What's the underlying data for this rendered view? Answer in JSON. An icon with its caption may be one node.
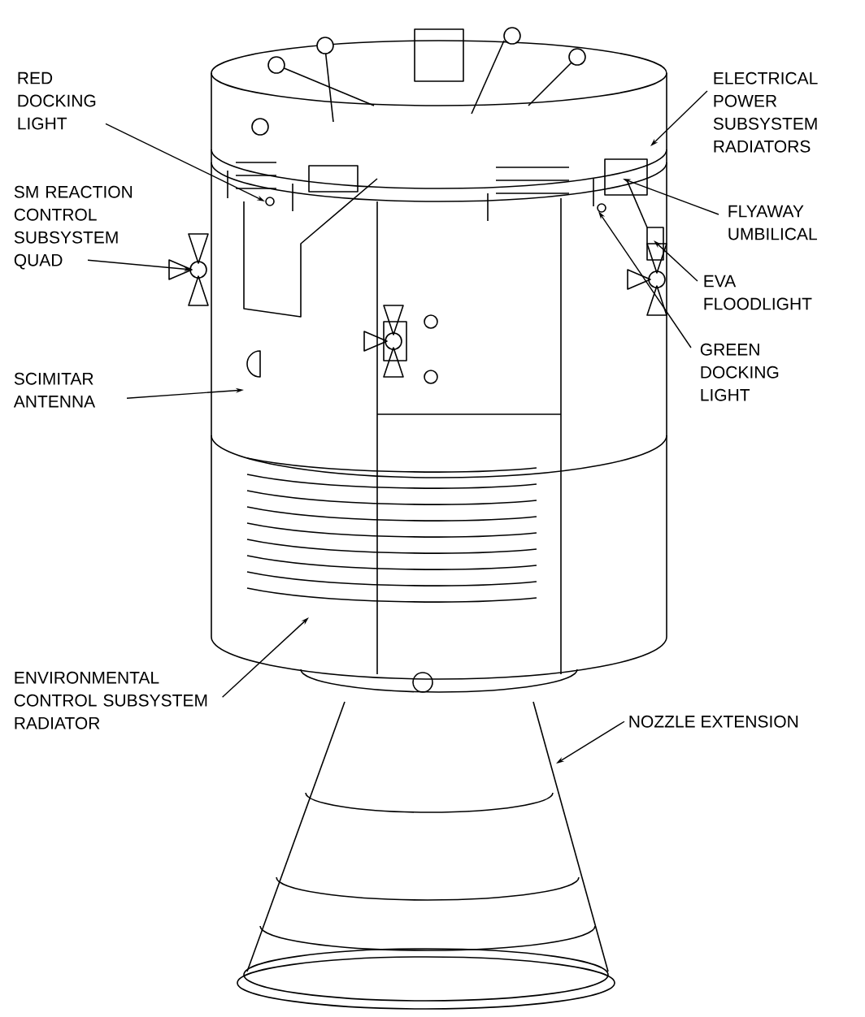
{
  "diagram": {
    "nodes": [
      {
        "text": [
          "RED DOCKING LIGHT"
        ]
      },
      {
        "text": [
          "ELECTRICAL POWER SUBSYSTEM RADIATORS"
        ]
      },
      {
        "text": [
          "SM REACTION CONTROL SUBSYSTEM QUAD"
        ]
      },
      {
        "text": [
          "FLYAWAY UMBILICAL"
        ]
      },
      {
        "text": [
          "EVA FLOODLIGHT"
        ]
      },
      {
        "text": [
          "GREEN DOCKING LIGHT"
        ]
      },
      {
        "text": [
          "SCIMITAR ANTENNA"
        ]
      },
      {
        "text": [
          "ENVIRONMENTAL CONTROL SUBSYSTEM RADIATOR"
        ]
      },
      {
        "text": [
          "NOZZLE EXTENSION"
        ]
      }
    ],
    "edges": [
      {
        "from": 0,
        "to": null,
        "arrow": "to"
      },
      {
        "from": 1,
        "to": null,
        "arrow": "to"
      },
      {
        "from": 2,
        "to": null,
        "arrow": "to"
      },
      {
        "from": 3,
        "to": null,
        "arrow": "to"
      },
      {
        "from": 4,
        "to": null,
        "arrow": "to"
      },
      {
        "from": 5,
        "to": null,
        "arrow": "to"
      },
      {
        "from": 6,
        "to": null,
        "arrow": "to"
      },
      {
        "from": 7,
        "to": null,
        "arrow": "to"
      },
      {
        "from": 8,
        "to": null,
        "arrow": "to"
      }
    ]
  }
}
